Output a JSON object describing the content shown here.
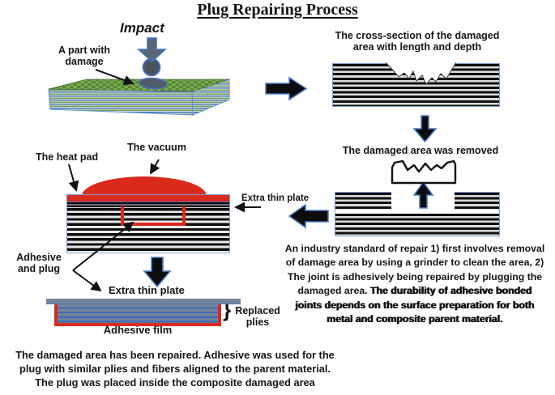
{
  "title": "Plug Repairing Process",
  "colors": {
    "red": "#d92a1c",
    "laminate_border": "#7b9fd4",
    "arrow_black": "#0d0d0d",
    "arrow_blue_outline": "#4a7cc7",
    "impact_gray": "#5a6672",
    "damage_gray": "#4f5b68",
    "composite_green": "#79ad4f",
    "plate_gray": "#76849b",
    "ply_blue": "#3f6db5"
  },
  "step_impact": {
    "impact_label": "Impact",
    "damage_label": "A part with\ndamage"
  },
  "step_cross_section": {
    "caption": "The cross-section of the damaged\narea with length and depth"
  },
  "step_removal": {
    "caption": "The damaged area was removed"
  },
  "step_repair": {
    "heat_pad_label": "The heat pad",
    "vacuum_label": "The vacuum",
    "extra_thin_plate_label": "Extra thin plate",
    "adhesive_plug_label": "Adhesive\nand plug"
  },
  "step_plug": {
    "extra_thin_plate_label": "Extra thin plate",
    "adhesive_film_label": "Adhesive film",
    "brace": "}",
    "replaced_plies_label": "Replaced\nplies"
  },
  "industry_note": {
    "part1": "An industry standard of repair 1) first involves removal\nof damage area by using a grinder to clean the area, 2)\nThe joint is adhesively being repaired by plugging the\ndamaged area. ",
    "part2": "The durability of adhesive bonded\njoints depends on the surface preparation for both\nmetal and composite parent material."
  },
  "summary": "The damaged area has been repaired. Adhesive was used for the\nplug with similar plies and fibers aligned to the parent material.\nThe plug was placed inside the composite damaged area"
}
